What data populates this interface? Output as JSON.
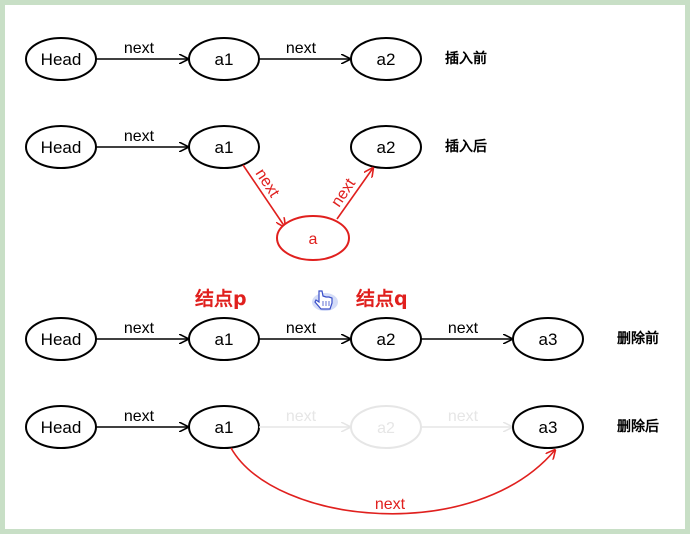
{
  "colors": {
    "border": "#c8dfc6",
    "normal": "#000000",
    "highlight": "#e0201e",
    "faded": "#e6e6e6"
  },
  "rows": [
    {
      "caption": "插入前",
      "nodes": [
        "Head",
        "a1",
        "a2"
      ],
      "links": [
        "next",
        "next"
      ]
    },
    {
      "caption": "插入后",
      "nodes": [
        "Head",
        "a1",
        "a2"
      ],
      "links": [
        "next"
      ],
      "inserted_node": "a",
      "inserted_links": [
        "next",
        "next"
      ]
    },
    {
      "caption": "删除前",
      "pointer_labels": [
        "结点p",
        "结点q"
      ],
      "nodes": [
        "Head",
        "a1",
        "a2",
        "a3"
      ],
      "links": [
        "next",
        "next",
        "next"
      ]
    },
    {
      "caption": "删除后",
      "nodes": [
        "Head",
        "a1",
        "a2",
        "a3"
      ],
      "links": [
        "next",
        "next",
        "next"
      ],
      "removed_node": "a2",
      "bypass_link": "next"
    }
  ],
  "cursor_icon": "hand-pointer-icon"
}
